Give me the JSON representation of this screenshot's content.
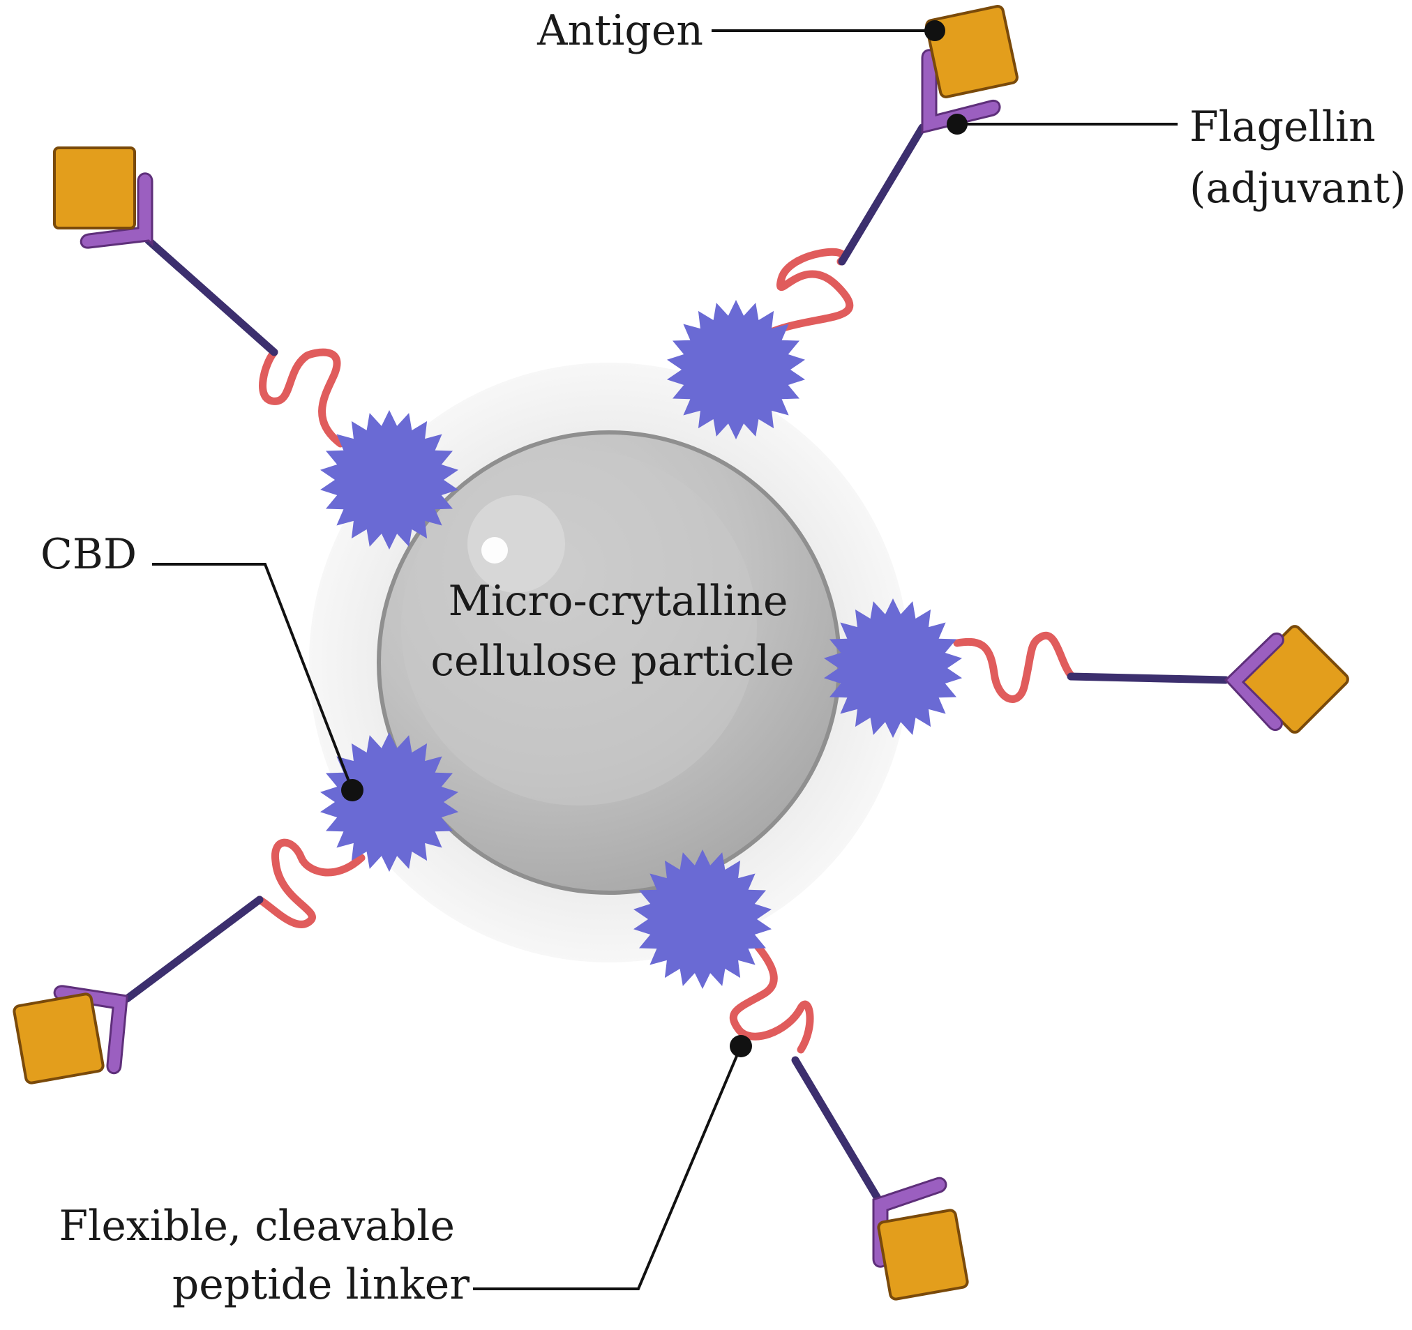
{
  "labels": {
    "antigen": "Antigen",
    "flagellin_line1": "Flagellin",
    "flagellin_line2": "(adjuvant)",
    "cbd": "CBD",
    "core_line1": "Micro-crytalline",
    "core_line2": "cellulose particle",
    "linker_line1": "Flexible, cleavable",
    "linker_line2": "peptide linker"
  },
  "colors": {
    "antigen": "#E39E1C",
    "antigen_stroke": "#7a4a0a",
    "flagellin": "#9B5FC0",
    "stalk": "#3C2F6E",
    "linker": "#E05C5C",
    "cbd": "#6A6AD4",
    "particle": "#BDBDBD",
    "leader": "#111111"
  }
}
